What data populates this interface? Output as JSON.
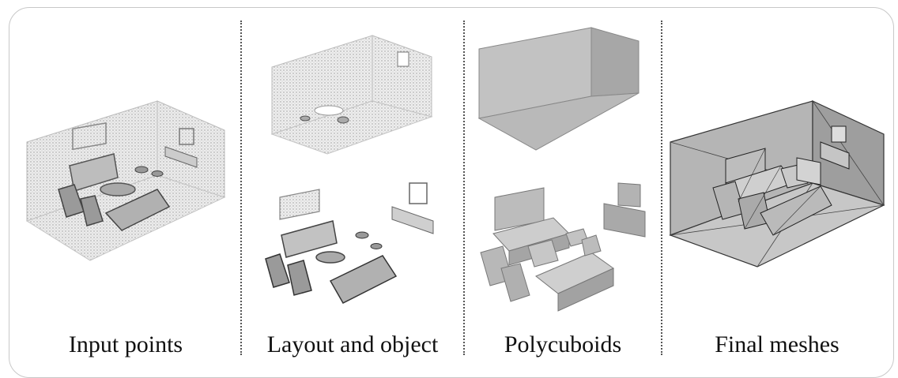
{
  "panels": [
    {
      "caption": "Input points"
    },
    {
      "caption": "Layout and object"
    },
    {
      "caption": "Polycuboids"
    },
    {
      "caption": "Final meshes"
    }
  ]
}
